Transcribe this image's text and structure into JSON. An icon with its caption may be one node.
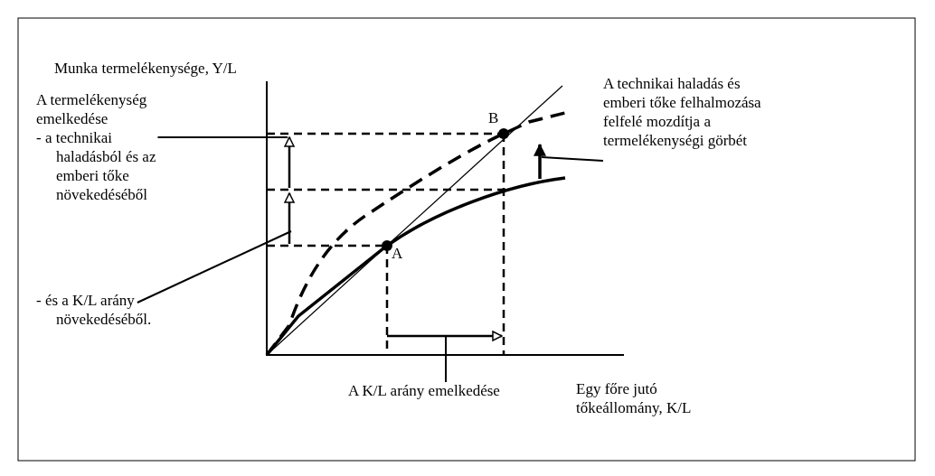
{
  "diagram": {
    "nodes": [
      {
        "text": [
          "- a technikai haladásból és az emberi tőke növekedéséből"
        ]
      },
      {
        "text": [
          "- és a K/L arány növekedéséből."
        ]
      },
      {
        "text": [
          "A technikai haladás és emberi tőke felhalmozása felfelé mozdítja a termelékenységi görbét"
        ]
      },
      {
        "text": [
          "A K/L arány emelkedése"
        ]
      }
    ],
    "edges": [
      {
        "from": 0,
        "to": null,
        "arrow": "none"
      },
      {
        "from": 1,
        "to": null,
        "arrow": "none"
      },
      {
        "from": 2,
        "to": null,
        "arrow": "none"
      },
      {
        "from": 3,
        "to": null,
        "arrow": "none"
      }
    ],
    "labels": [
      "Munka termelékenysége, Y/L",
      "A termelékenység emelkedése",
      "B",
      "A",
      "Egy főre jutó tőkeállomány, K/L"
    ]
  }
}
